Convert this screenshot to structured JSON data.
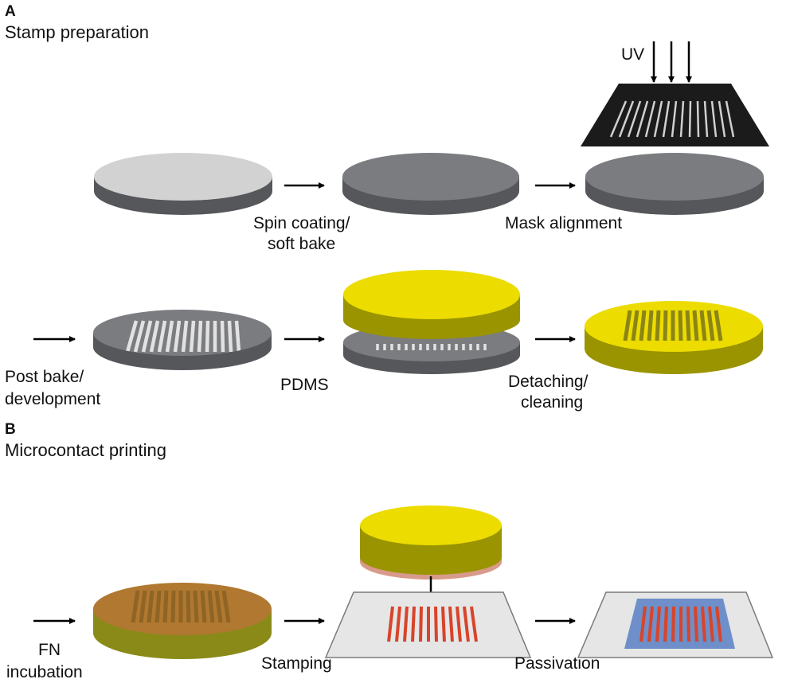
{
  "panels": {
    "a": {
      "letter": "A",
      "title": "Stamp preparation"
    },
    "b": {
      "letter": "B",
      "title": "Microcontact printing"
    }
  },
  "labels": {
    "uv": "UV",
    "spin_coating_1": "Spin coating/",
    "spin_coating_2": "soft bake",
    "mask_alignment": "Mask alignment",
    "post_bake_1": "Post bake/",
    "post_bake_2": "development",
    "pdms": "PDMS",
    "detaching_1": "Detaching/",
    "detaching_2": "cleaning",
    "fn_1": "FN",
    "fn_2": "incubation",
    "stamping": "Stamping",
    "passivation": "Passivation"
  },
  "colors": {
    "wafer_light_top": "#d2d2d2",
    "wafer_dark_top": "#7b7c80",
    "wafer_side": "#56575b",
    "pdms_top": "#ecdc00",
    "pdms_side": "#9a9400",
    "fn_top": "#b07830",
    "fn_side": "#8a8a18",
    "fn_stripes": "#d8442a",
    "passivation": "#6e8fc9",
    "glass": "#e6e6e6",
    "mask": "#1b1b1b",
    "arrow": "#000000"
  }
}
